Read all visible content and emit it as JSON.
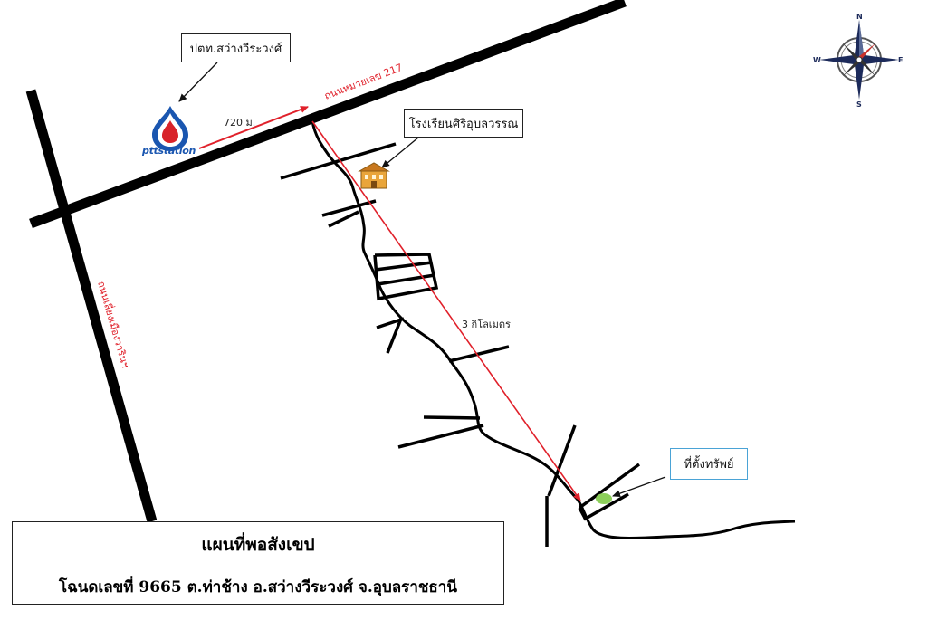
{
  "map": {
    "labels": {
      "ptt_callout": "ปตท.สว่างวีระวงศ์",
      "school_callout": "โรงเรียนศิริอุบลวรรณ",
      "property_callout": "ที่ตั้งทรัพย์",
      "highway_217": "ถนนหมายเลข 217",
      "local_road": "ถนนเลี่ยงเมืองวารินฯ",
      "distance_720m": "720 ม.",
      "distance_3km": "3 กิโลเมตร",
      "ptt_logo_text": "pttstation"
    },
    "title_box": {
      "line1": "แผนที่พอสังเขป",
      "line2": "โฉนดเลขที่ 9665 ต.ท่าช้าง อ.สว่างวีระวงศ์ จ.อุบลราชธานี"
    },
    "compass": {
      "n": "N",
      "s": "S",
      "e": "E",
      "w": "W"
    },
    "colors": {
      "road": "#000000",
      "route_arrow": "#e0202a",
      "road_label": "#e0202a",
      "property_marker": "#8ccf5a",
      "ptt_blue": "#1a56b0",
      "ptt_red": "#d8232a",
      "compass_navy": "#1c2a5a"
    }
  }
}
